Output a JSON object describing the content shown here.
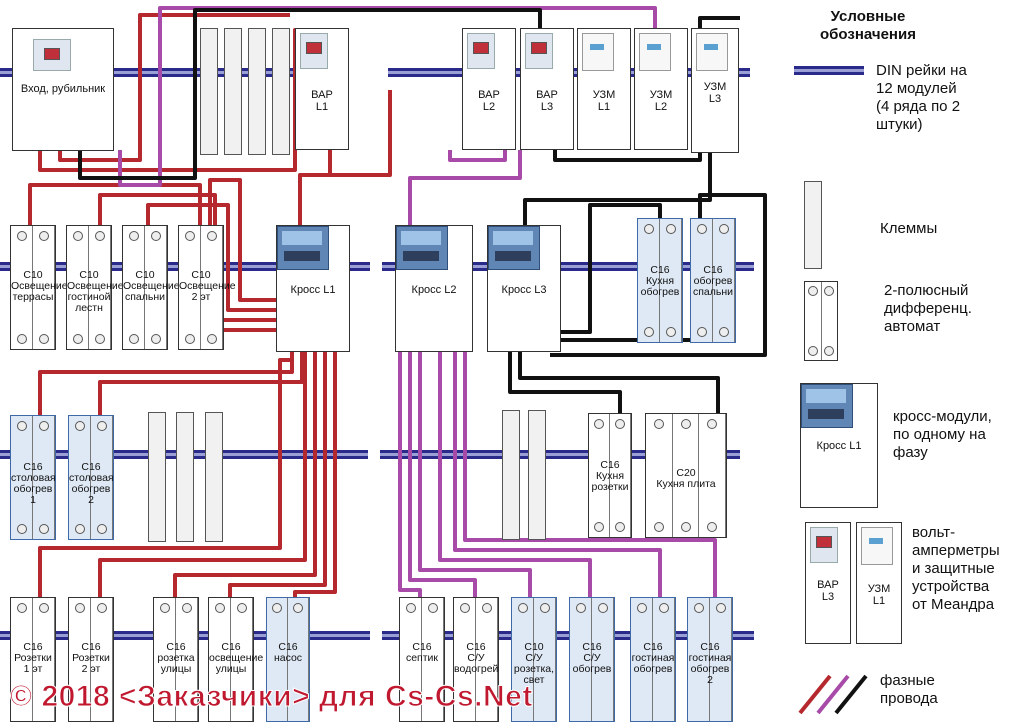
{
  "legend": {
    "title": "Условные\nобозначения",
    "din": "DIN рейки на\n12 модулей\n(4 ряда по 2\nштуки)",
    "terminals": "Клеммы",
    "breaker": "2-полюсный\nдифференц.\nавтомат",
    "cross": "кросс-модули,\nпо одному на\nфазу",
    "meters": "вольт-\nамперметры\nи защитные\nустройства\nот Меандра",
    "wires": "фазные\nпровода",
    "cross_sample": "Кросс L1",
    "var_sample": "ВАР\nL3",
    "uzm_sample": "УЗМ\nL1"
  },
  "row1": {
    "input": "Вход, рубильник",
    "var1": "ВАР\nL1",
    "var2": "ВАР\nL2",
    "var3": "ВАР\nL3",
    "uzm1": "УЗМ\nL1",
    "uzm2": "УЗМ\nL2",
    "uzm3": "УЗМ\nL3"
  },
  "row2": {
    "b1": "С10\nОсвещение\nтеррасы",
    "b2": "С10\nОсвещение\nгостиной\nлестн",
    "b3": "С10\nОсвещение\nспальни",
    "b4": "С10\nОсвещение\n2 эт",
    "cross1": "Кросс L1",
    "cross2": "Кросс L2",
    "cross3": "Кросс L3",
    "b5": "С16\nКухня\nобогрев",
    "b6": "С16\nобогрев\nспальни"
  },
  "row3": {
    "b1": "С16\nстоловая\nобогрев\n1",
    "b2": "С16\nстоловая\nобогрев\n2",
    "b3": "С16\nКухня\nрозетки",
    "b4": "С20\nКухня плита"
  },
  "row4": {
    "b1": "С16\nРозетки\n1 эт",
    "b2": "С16\nРозетки\n2 эт",
    "b3": "С16\nрозетка\nулицы",
    "b4": "С16\nосвещение\nулицы",
    "b5": "С16\nнасос",
    "b6": "С16\nсептик",
    "b7": "С16\nС/У\nводогрей",
    "b8": "С10\nС/У\nрозетка,\nсвет",
    "b9": "С16\nС/У\nобогрев",
    "b10": "С16\nгостиная\nобогрев",
    "b11": "С16\nгостиная\nобогрев\n2"
  },
  "copyright": "© 2018 <Заказчики> для Cs-Cs.Net",
  "colors": {
    "rail": "#2a2a8a",
    "rail_stripe": "#9aa0d6",
    "wire_red": "#b5282e",
    "wire_purple": "#a84aa8",
    "wire_black": "#111111",
    "blue_breaker": "#dfe9f5"
  }
}
